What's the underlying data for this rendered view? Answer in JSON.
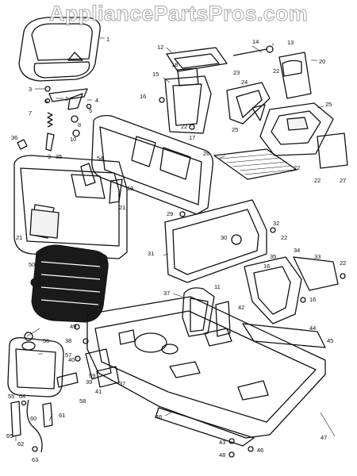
{
  "watermark": "AppliancePartsPros.com",
  "callouts": [
    {
      "id": "c1",
      "text": "1"
    },
    {
      "id": "c2",
      "text": "2"
    },
    {
      "id": "c3",
      "text": "3"
    },
    {
      "id": "c4",
      "text": "4"
    },
    {
      "id": "c5",
      "text": "5"
    },
    {
      "id": "c6",
      "text": "6"
    },
    {
      "id": "c7",
      "text": "7"
    },
    {
      "id": "c8",
      "text": "8"
    },
    {
      "id": "c9",
      "text": "9"
    },
    {
      "id": "c10",
      "text": "10"
    },
    {
      "id": "c11",
      "text": "11"
    },
    {
      "id": "c12",
      "text": "12"
    },
    {
      "id": "c13",
      "text": "13"
    },
    {
      "id": "c14",
      "text": "14"
    },
    {
      "id": "c15",
      "text": "15"
    },
    {
      "id": "c16",
      "text": "16"
    },
    {
      "id": "c16b",
      "text": "16"
    },
    {
      "id": "c16c",
      "text": "16"
    },
    {
      "id": "c17",
      "text": "17"
    },
    {
      "id": "c18",
      "text": "18"
    },
    {
      "id": "c19",
      "text": "19"
    },
    {
      "id": "c20",
      "text": "20"
    },
    {
      "id": "c21",
      "text": "21"
    },
    {
      "id": "c21b",
      "text": "21"
    },
    {
      "id": "c22",
      "text": "22"
    },
    {
      "id": "c22b",
      "text": "22"
    },
    {
      "id": "c22c",
      "text": "22"
    },
    {
      "id": "c22d",
      "text": "22"
    },
    {
      "id": "c22e",
      "text": "22"
    },
    {
      "id": "c22f",
      "text": "22"
    },
    {
      "id": "c23",
      "text": "23"
    },
    {
      "id": "c24",
      "text": "24"
    },
    {
      "id": "c25",
      "text": "25"
    },
    {
      "id": "c25b",
      "text": "25"
    },
    {
      "id": "c26",
      "text": "26"
    },
    {
      "id": "c27",
      "text": "27"
    },
    {
      "id": "c29",
      "text": "29"
    },
    {
      "id": "c30",
      "text": "30"
    },
    {
      "id": "c31",
      "text": "31"
    },
    {
      "id": "c32",
      "text": "32"
    },
    {
      "id": "c33",
      "text": "33"
    },
    {
      "id": "c34",
      "text": "34"
    },
    {
      "id": "c35",
      "text": "35"
    },
    {
      "id": "c35b",
      "text": "35"
    },
    {
      "id": "c36",
      "text": "36"
    },
    {
      "id": "c37",
      "text": "37"
    },
    {
      "id": "c37b",
      "text": "37"
    },
    {
      "id": "c38",
      "text": "38"
    },
    {
      "id": "c39",
      "text": "39"
    },
    {
      "id": "c40",
      "text": "40"
    },
    {
      "id": "c41",
      "text": "41"
    },
    {
      "id": "c42",
      "text": "42"
    },
    {
      "id": "c43",
      "text": "43"
    },
    {
      "id": "c44",
      "text": "44"
    },
    {
      "id": "c45",
      "text": "45"
    },
    {
      "id": "c46",
      "text": "46"
    },
    {
      "id": "c46b",
      "text": "46"
    },
    {
      "id": "c47",
      "text": "47"
    },
    {
      "id": "c48",
      "text": "48"
    },
    {
      "id": "c49",
      "text": "49"
    },
    {
      "id": "c50",
      "text": "50"
    },
    {
      "id": "c54",
      "text": "54"
    },
    {
      "id": "c55",
      "text": "55"
    },
    {
      "id": "c56",
      "text": "56"
    },
    {
      "id": "c57",
      "text": "57"
    },
    {
      "id": "c58",
      "text": "58"
    },
    {
      "id": "c59",
      "text": "59"
    },
    {
      "id": "c60",
      "text": "60"
    },
    {
      "id": "c61",
      "text": "61"
    },
    {
      "id": "c62",
      "text": "62"
    },
    {
      "id": "c63",
      "text": "63"
    },
    {
      "id": "c64",
      "text": "64"
    },
    {
      "id": "c65",
      "text": "65"
    }
  ]
}
